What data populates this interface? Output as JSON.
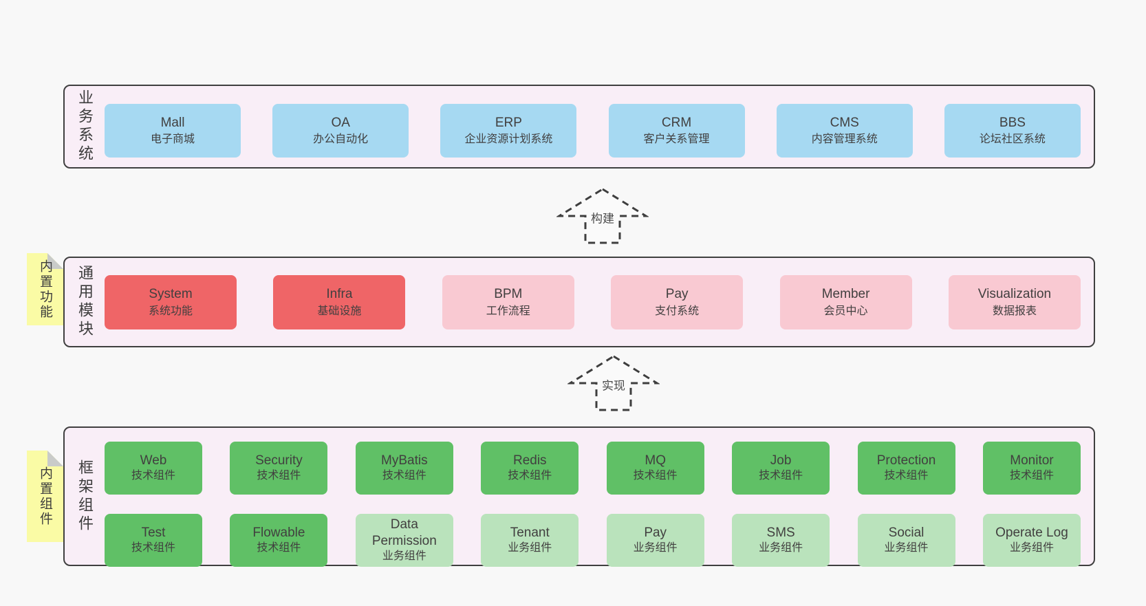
{
  "diagram": {
    "colors": {
      "page_bg": "#f8f8f8",
      "panel_bg": "#f9eef7",
      "panel_border": "#3f3f3f",
      "box_blue": "#a6d9f2",
      "box_red": "#ef6567",
      "box_pink": "#f9c9d2",
      "box_green": "#60c066",
      "box_light_green": "#bae3bc",
      "sticky_yellow": "#fafba5",
      "sticky_fold_gray": "#c9cbc9"
    },
    "arrows": [
      {
        "label": "构建"
      },
      {
        "label": "实现"
      }
    ],
    "layers": [
      {
        "label": "业务系统",
        "boxes": [
          {
            "name": "Mall",
            "desc": "电子商城"
          },
          {
            "name": "OA",
            "desc": "办公自动化"
          },
          {
            "name": "ERP",
            "desc": "企业资源计划系统"
          },
          {
            "name": "CRM",
            "desc": "客户关系管理"
          },
          {
            "name": "CMS",
            "desc": "内容管理系统"
          },
          {
            "name": "BBS",
            "desc": "论坛社区系统"
          }
        ]
      },
      {
        "label": "通用模块",
        "sticky": "内置功能",
        "boxes": [
          {
            "name": "System",
            "desc": "系统功能"
          },
          {
            "name": "Infra",
            "desc": "基础设施"
          },
          {
            "name": "BPM",
            "desc": "工作流程"
          },
          {
            "name": "Pay",
            "desc": "支付系统"
          },
          {
            "name": "Member",
            "desc": "会员中心"
          },
          {
            "name": "Visualization",
            "desc": "数据报表"
          }
        ]
      },
      {
        "label": "框架组件",
        "sticky": "内置组件",
        "rows": [
          [
            {
              "name": "Web",
              "desc": "技术组件"
            },
            {
              "name": "Security",
              "desc": "技术组件"
            },
            {
              "name": "MyBatis",
              "desc": "技术组件"
            },
            {
              "name": "Redis",
              "desc": "技术组件"
            },
            {
              "name": "MQ",
              "desc": "技术组件"
            },
            {
              "name": "Job",
              "desc": "技术组件"
            },
            {
              "name": "Protection",
              "desc": "技术组件"
            },
            {
              "name": "Monitor",
              "desc": "技术组件"
            }
          ],
          [
            {
              "name": "Test",
              "desc": "技术组件"
            },
            {
              "name": "Flowable",
              "desc": "技术组件"
            },
            {
              "name": "Data Permission",
              "desc": "业务组件"
            },
            {
              "name": "Tenant",
              "desc": "业务组件"
            },
            {
              "name": "Pay",
              "desc": "业务组件"
            },
            {
              "name": "SMS",
              "desc": "业务组件"
            },
            {
              "name": "Social",
              "desc": "业务组件"
            },
            {
              "name": "Operate Log",
              "desc": "业务组件"
            }
          ]
        ]
      }
    ]
  }
}
